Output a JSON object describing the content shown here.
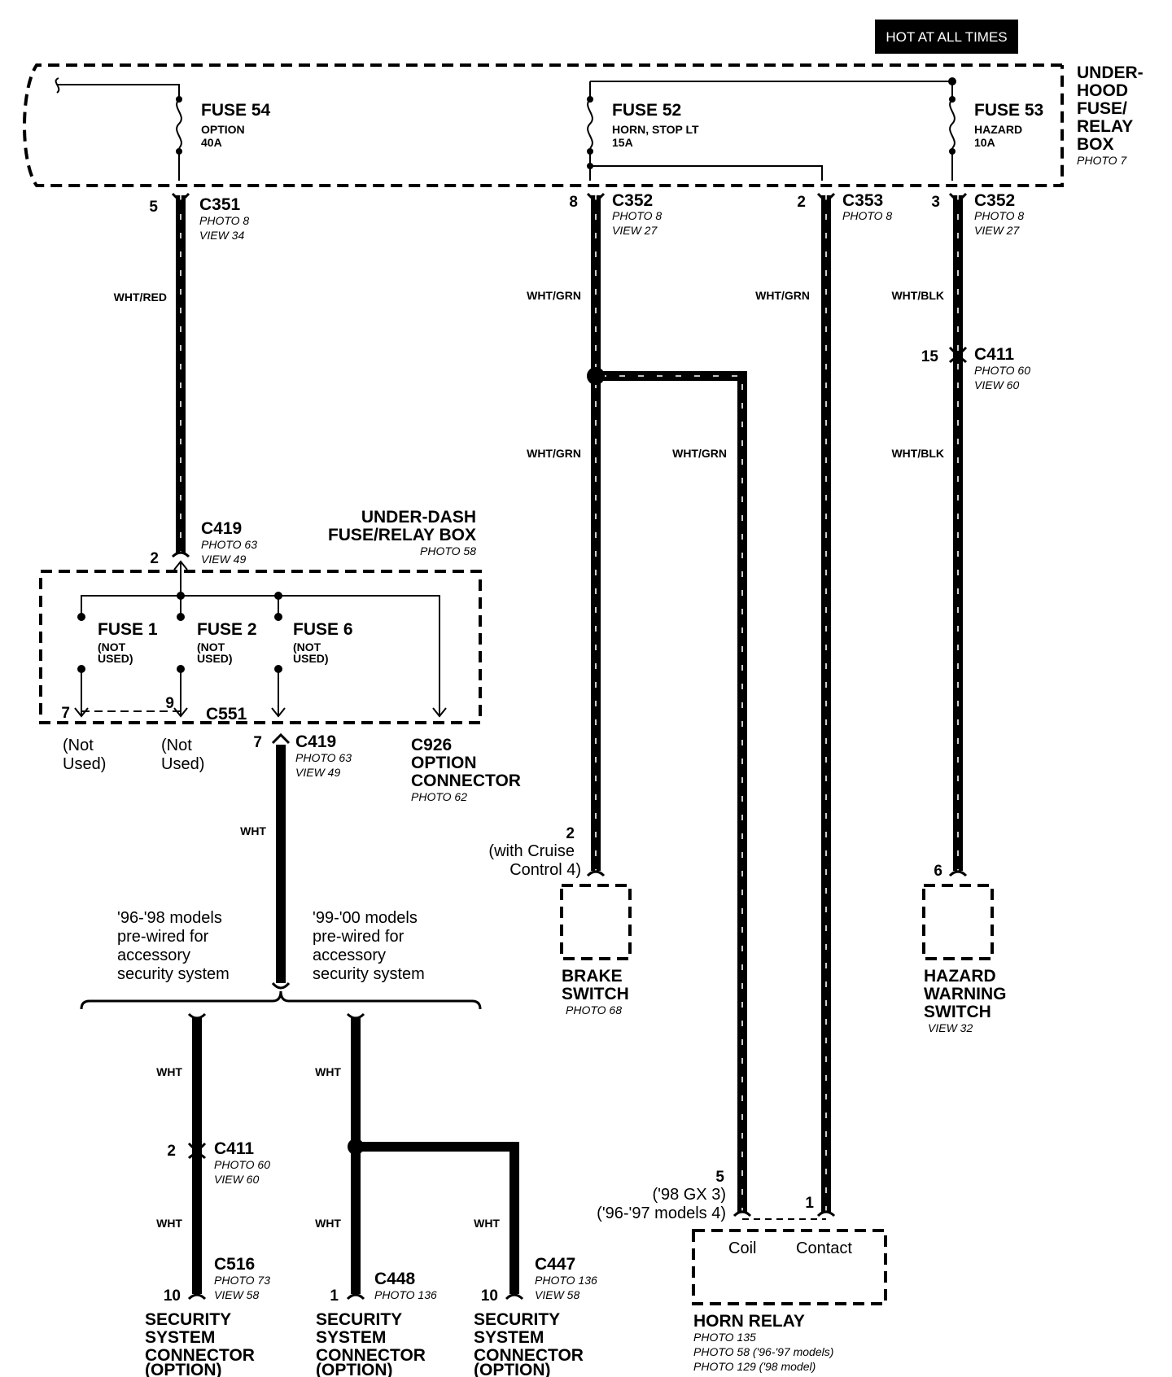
{
  "hot_label": "HOT AT ALL TIMES",
  "underhood_box": {
    "lines": [
      "UNDER-",
      "HOOD",
      "FUSE/",
      "RELAY",
      "BOX"
    ],
    "photo": "PHOTO 7"
  },
  "fuses_top": [
    {
      "name": "FUSE 54",
      "desc": "OPTION",
      "rating": "40A"
    },
    {
      "name": "FUSE 52",
      "desc": "HORN, STOP LT",
      "rating": "15A"
    },
    {
      "name": "FUSE 53",
      "desc": "HAZARD",
      "rating": "10A"
    }
  ],
  "connectors": {
    "c351": {
      "pin": "5",
      "id": "C351",
      "photo": "PHOTO 8",
      "view": "VIEW 34"
    },
    "c352a": {
      "pin": "8",
      "id": "C352",
      "photo": "PHOTO 8",
      "view": "VIEW 27"
    },
    "c353": {
      "pin": "2",
      "id": "C353",
      "photo": "PHOTO 8"
    },
    "c352b": {
      "pin": "3",
      "id": "C352",
      "photo": "PHOTO 8",
      "view": "VIEW 27"
    },
    "c411a": {
      "pin": "15",
      "id": "C411",
      "photo": "PHOTO 60",
      "view": "VIEW 60"
    },
    "c419a": {
      "pin": "2",
      "id": "C419",
      "photo": "PHOTO 63",
      "view": "VIEW 49"
    },
    "c419b": {
      "pin": "7",
      "id": "C419",
      "photo": "PHOTO 63",
      "view": "VIEW 49"
    },
    "c551": {
      "pin1": "7",
      "pin2": "9",
      "id": "C551"
    },
    "c926": {
      "lines": [
        "C926",
        "OPTION",
        "CONNECTOR"
      ],
      "photo": "PHOTO 62"
    },
    "c411b": {
      "pin": "2",
      "id": "C411",
      "photo": "PHOTO 60",
      "view": "VIEW 60"
    },
    "c516": {
      "pin": "10",
      "id": "C516",
      "photo": "PHOTO 73",
      "view": "VIEW 58"
    },
    "c448": {
      "pin": "1",
      "id": "C448",
      "photo": "PHOTO 136"
    },
    "c447": {
      "pin": "10",
      "id": "C447",
      "photo": "PHOTO 136",
      "view": "VIEW 58"
    }
  },
  "wire_colors": {
    "w1": "WHT/RED",
    "w2": "WHT/GRN",
    "w3": "WHT/GRN",
    "w4": "WHT/BLK",
    "w5": "WHT/GRN",
    "w6": "WHT/GRN",
    "w7": "WHT/BLK",
    "w8": "WHT",
    "w9": "WHT",
    "w10": "WHT",
    "w11": "WHT",
    "w12": "WHT",
    "w13": "WHT"
  },
  "underdash_box": {
    "lines": [
      "UNDER-DASH",
      "FUSE/RELAY BOX"
    ],
    "photo": "PHOTO 58"
  },
  "fuses_dash": [
    {
      "name": "FUSE 1",
      "note1": "(NOT",
      "note2": "USED)"
    },
    {
      "name": "FUSE 2",
      "note1": "(NOT",
      "note2": "USED)"
    },
    {
      "name": "FUSE 6",
      "note1": "(NOT",
      "note2": "USED)"
    }
  ],
  "not_used": {
    "line1": "(Not",
    "line2": "Used)"
  },
  "models": {
    "left": [
      "'96-'98 models",
      "pre-wired for",
      "accessory",
      "security system"
    ],
    "right": [
      "'99-'00 models",
      "pre-wired for",
      "accessory",
      "security system"
    ]
  },
  "brake": {
    "pin": "2",
    "note1": "(with Cruise",
    "note2": "Control 4)",
    "lines": [
      "BRAKE",
      "SWITCH"
    ],
    "photo": "PHOTO 68"
  },
  "hazard": {
    "pin": "6",
    "lines": [
      "HAZARD",
      "WARNING",
      "SWITCH"
    ],
    "view": "VIEW 32"
  },
  "horn_relay": {
    "pin_coil": "5",
    "note1": "('98 GX 3)",
    "note2": "('96-'97 models 4)",
    "pin_contact": "1",
    "coil": "Coil",
    "contact": "Contact",
    "name": "HORN RELAY",
    "photos": [
      "PHOTO 135",
      "PHOTO 58 ('96-'97 models)",
      "PHOTO 129 ('98 model)"
    ]
  },
  "security": {
    "lines": [
      "SECURITY",
      "SYSTEM",
      "CONNECTOR",
      "(OPTION)"
    ]
  }
}
